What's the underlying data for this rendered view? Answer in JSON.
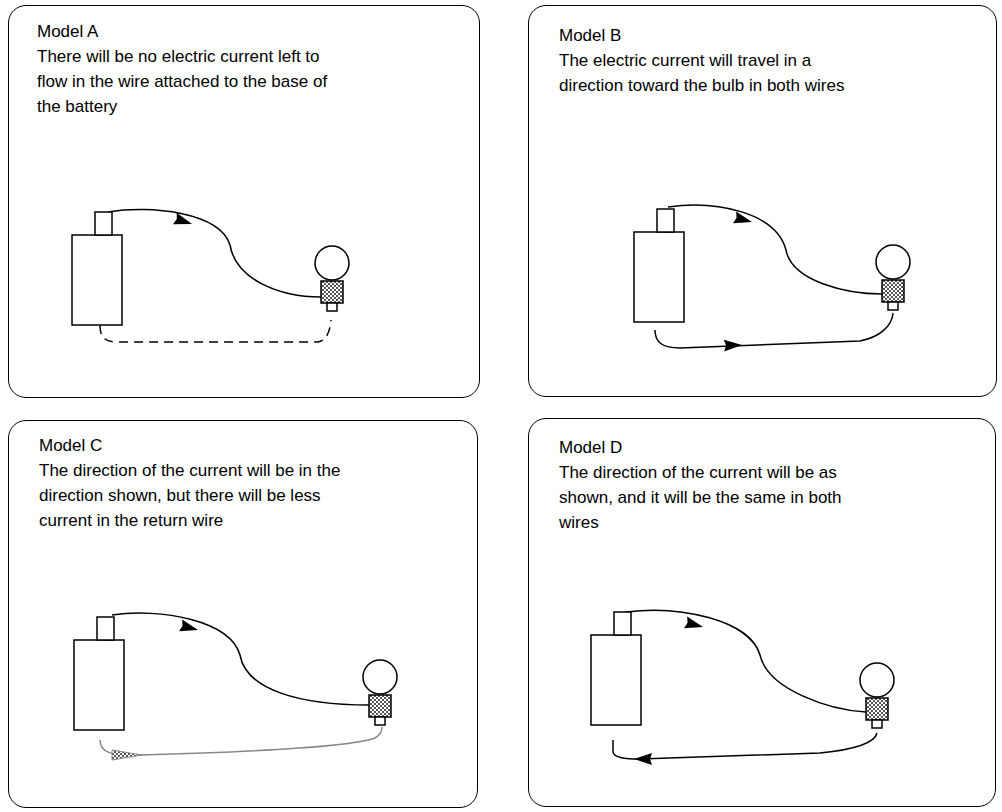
{
  "diagram": {
    "nodes": [
      {
        "text": [
          "Model A",
          "There will be no electric current left to flow in the wire attached to the base of the battery"
        ]
      },
      {
        "text": [
          "Model B",
          "The electric current will travel in a direction toward the bulb in both wires"
        ]
      },
      {
        "text": [
          "Model C",
          "The direction of the current will be in the direction shown, but there will be less current in the return wire"
        ]
      },
      {
        "text": [
          "Model D",
          "The direction of the current will be as shown, and it will be the same in both wires"
        ]
      }
    ]
  }
}
